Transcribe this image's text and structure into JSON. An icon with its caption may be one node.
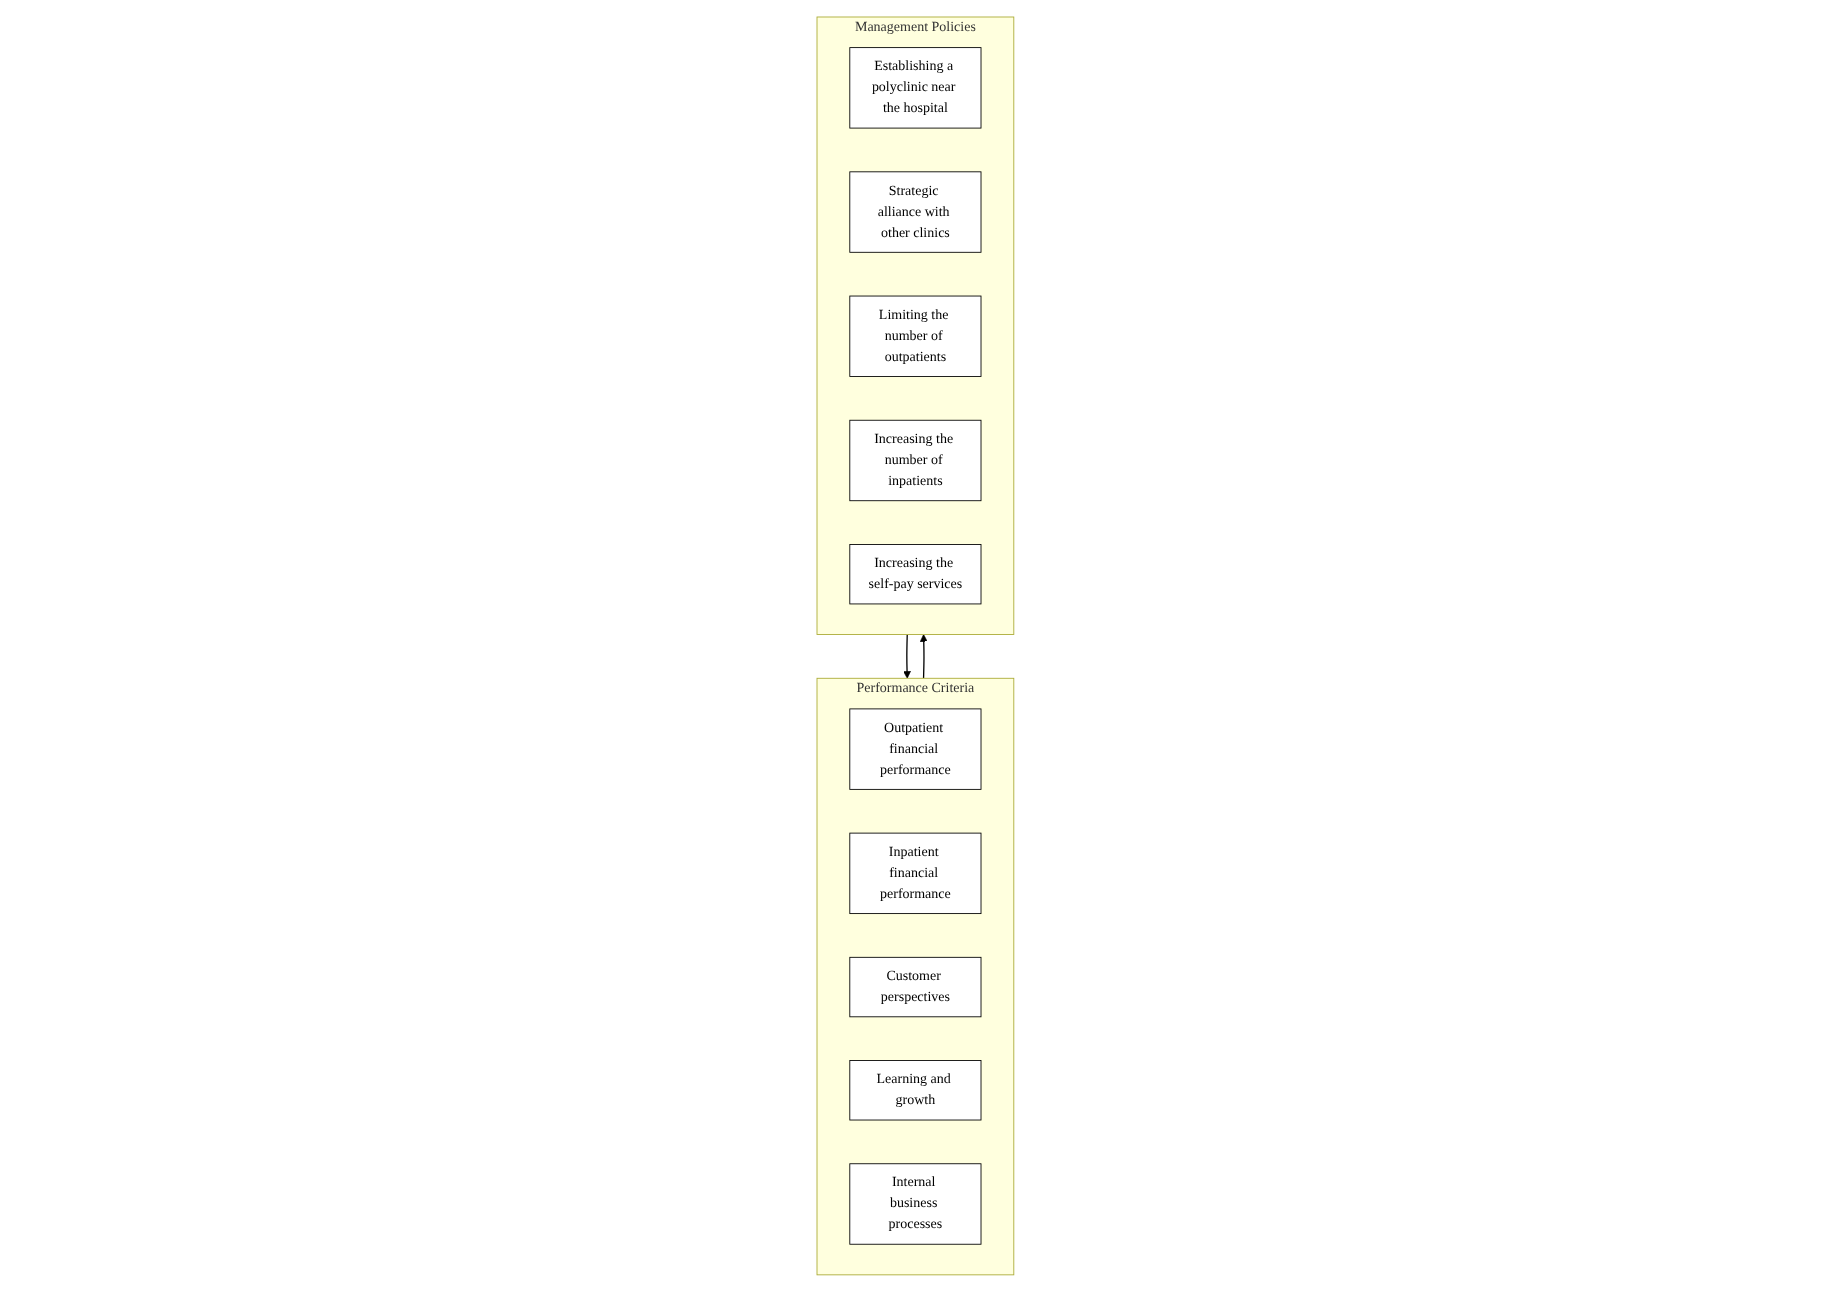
{
  "diagram": {
    "nodes": [
      {
        "text": [
          "Performance Criteria"
        ]
      },
      {
        "text": [
          "Outpatient financial performance"
        ],
        "in": 0
      },
      {
        "text": [
          "Inpatient financial performance"
        ],
        "in": 0
      },
      {
        "text": [
          "Customer perspectives"
        ],
        "in": 0
      },
      {
        "text": [
          "Learning and growth"
        ],
        "in": 0
      },
      {
        "text": [
          "Internal business processes"
        ],
        "in": 0
      },
      {
        "text": [
          "Management Policies"
        ]
      },
      {
        "text": [
          "Establishing a polyclinic near the hospital"
        ],
        "in": 6
      },
      {
        "text": [
          "Strategic alliance with other clinics"
        ],
        "in": 6
      },
      {
        "text": [
          "Limiting the number of outpatients"
        ],
        "in": 6
      },
      {
        "text": [
          "Increasing the number of inpatients"
        ],
        "in": 6
      },
      {
        "text": [
          "Increasing the self-pay services"
        ],
        "in": 6
      }
    ],
    "edges": [
      {
        "from": 6,
        "to": 0,
        "arrow": "to"
      },
      {
        "from": 0,
        "to": 6,
        "arrow": "to"
      }
    ]
  }
}
